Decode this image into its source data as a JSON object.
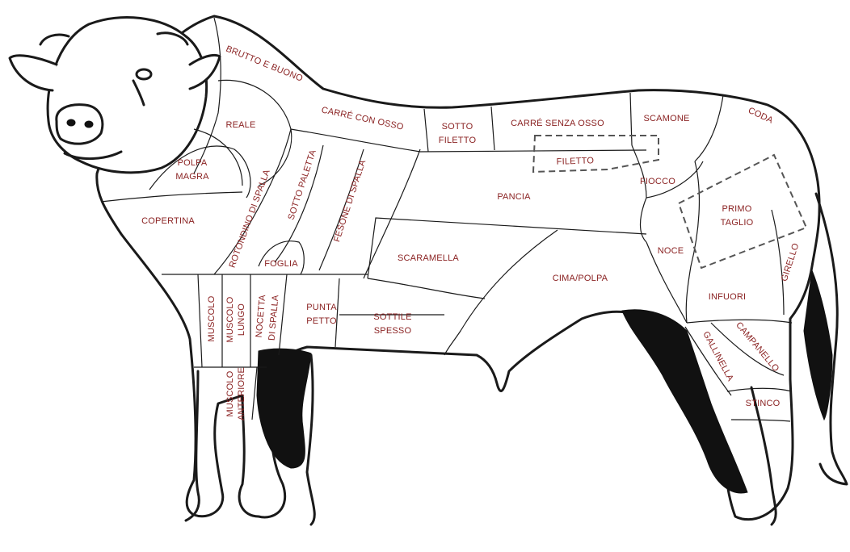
{
  "diagram": {
    "label_color": "#8b2323",
    "cuts": {
      "brutto_e_buono": "BRUTTO E BUONO",
      "reale": "REALE",
      "carre_con_osso": "CARRÉ CON OSSO",
      "sotto_filetto_1": "SOTTO",
      "sotto_filetto_2": "FILETTO",
      "carre_senza_osso": "CARRÉ SENZA OSSO",
      "scamone": "SCAMONE",
      "coda": "CODA",
      "polpa_magra_1": "POLPA",
      "polpa_magra_2": "MAGRA",
      "filetto": "FILETTO",
      "fiocco": "FIOCCO",
      "copertina": "COPERTINA",
      "rotondino_di_spalla": "ROTONDINO DI SPALLA",
      "sotto_paletta": "SOTTO PALETTA",
      "fesone_di_spalla": "FESONE DI SPALLA",
      "pancia": "PANCIA",
      "primo_taglio_1": "PRIMO",
      "primo_taglio_2": "TAGLIO",
      "foglia": "FOGLIA",
      "scaramella": "SCARAMELLA",
      "noce": "NOCE",
      "girello": "GIRELLO",
      "cima_polpa": "CIMA/POLPA",
      "muscolo": "MUSCOLO",
      "muscolo_lungo_1": "MUSCOLO",
      "muscolo_lungo_2": "LUNGO",
      "nocetta_di_spalla_1": "NOCETTA",
      "nocetta_di_spalla_2": "DI SPALLA",
      "punta_petto_1": "PUNTA",
      "punta_petto_2": "PETTO",
      "sottile_spesso_1": "SOTTILE",
      "sottile_spesso_2": "SPESSO",
      "infuori": "INFUORI",
      "gallinella": "GALLINELLA",
      "campanello": "CAMPANELLO",
      "muscolo_anteriore_1": "MUSCOLO",
      "muscolo_anteriore_2": "ANTERIORE",
      "stinco": "STINCO"
    }
  }
}
